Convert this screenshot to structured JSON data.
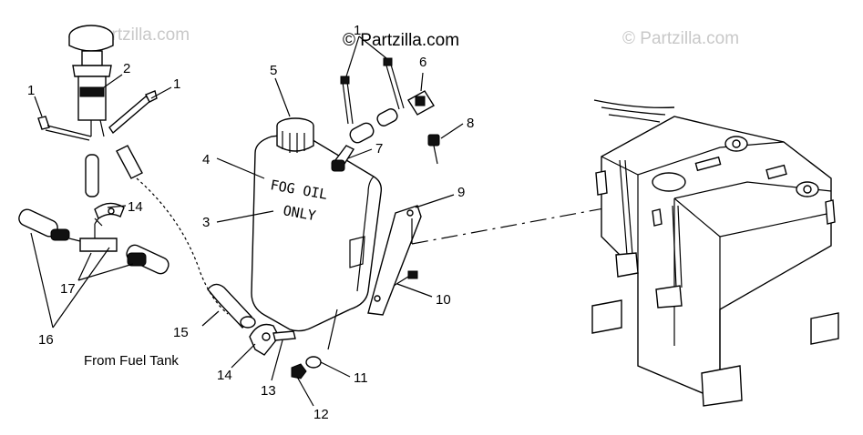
{
  "watermarks": [
    "© Partzilla.com",
    "© Partzilla.com",
    "© Partzilla.com"
  ],
  "caption": "From Fuel Tank",
  "tank_label_line1": "FOG OIL",
  "tank_label_line2": "ONLY",
  "callouts": [
    "1",
    "2",
    "1",
    "1",
    "5",
    "6",
    "7",
    "8",
    "4",
    "3",
    "9",
    "14",
    "17",
    "16",
    "10",
    "15",
    "14",
    "13",
    "11",
    "12"
  ]
}
